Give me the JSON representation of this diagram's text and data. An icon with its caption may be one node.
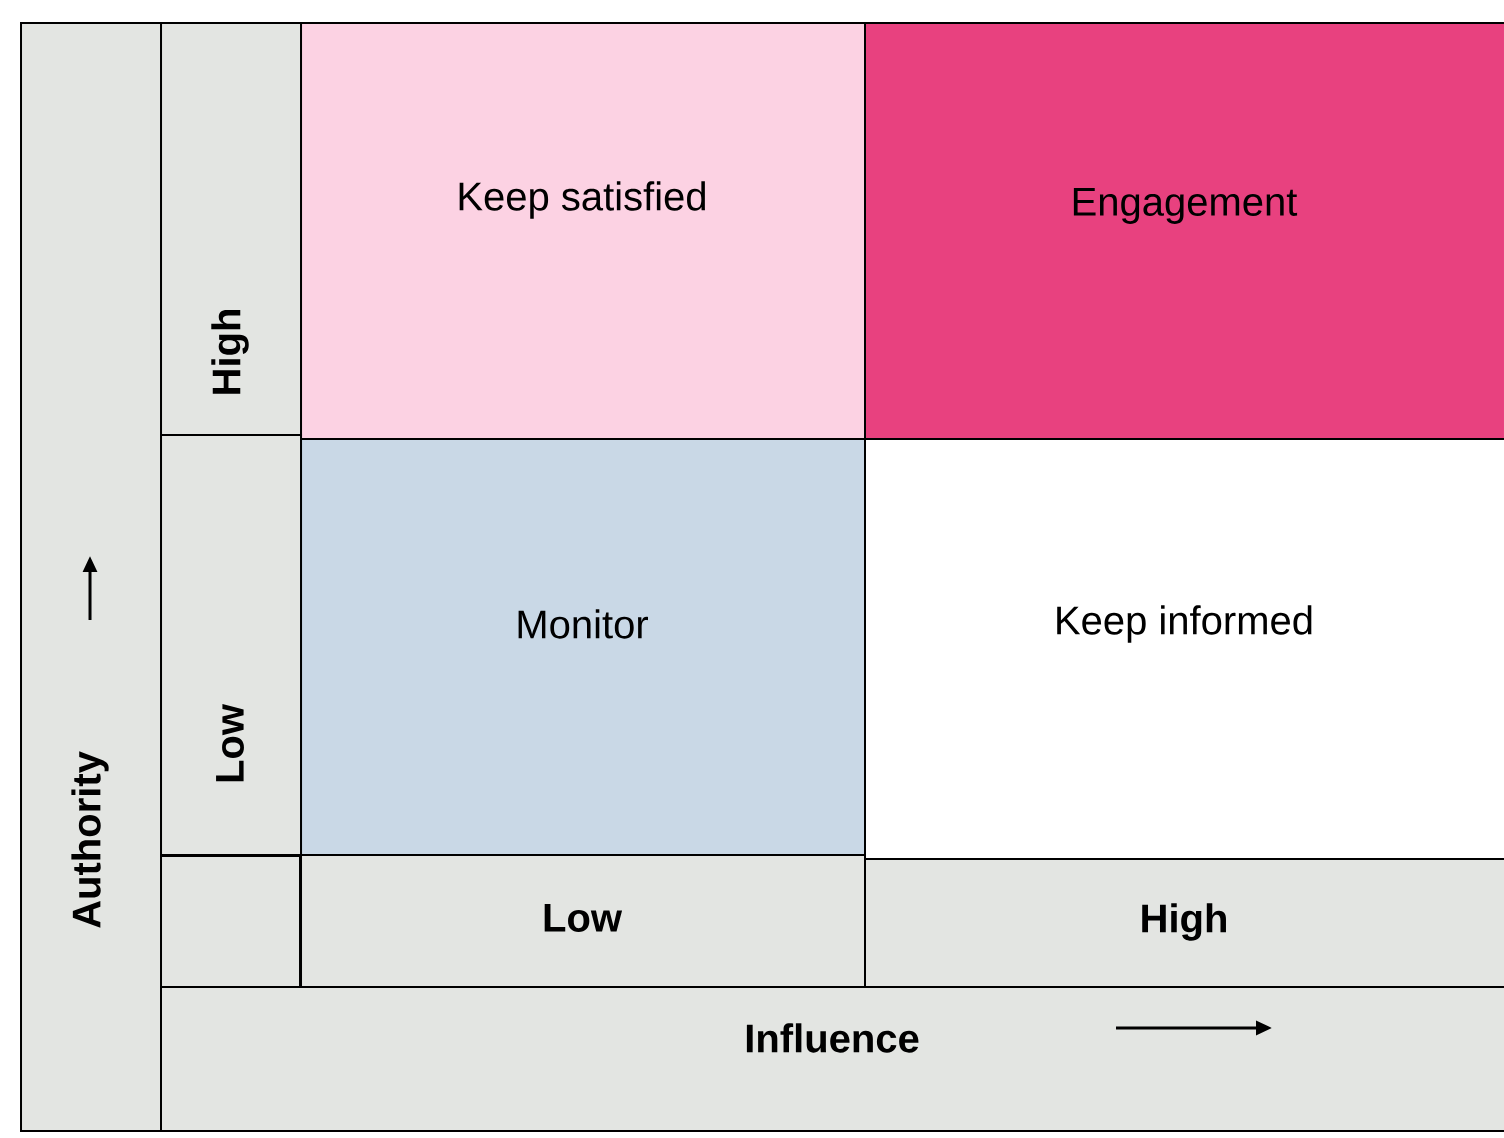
{
  "diagram": {
    "nodes": [
      {
        "text": [
          "Keep satisfied"
        ]
      },
      {
        "text": [
          "Engagement"
        ]
      },
      {
        "text": [
          "Monitor"
        ]
      },
      {
        "text": [
          "Keep informed"
        ]
      },
      {
        "text": [
          "High"
        ]
      },
      {
        "text": [
          "Low"
        ]
      },
      {
        "text": [
          "Low"
        ]
      },
      {
        "text": [
          "High"
        ]
      },
      {
        "text": [
          "Authority"
        ]
      },
      {
        "text": [
          "Influence"
        ]
      }
    ]
  }
}
